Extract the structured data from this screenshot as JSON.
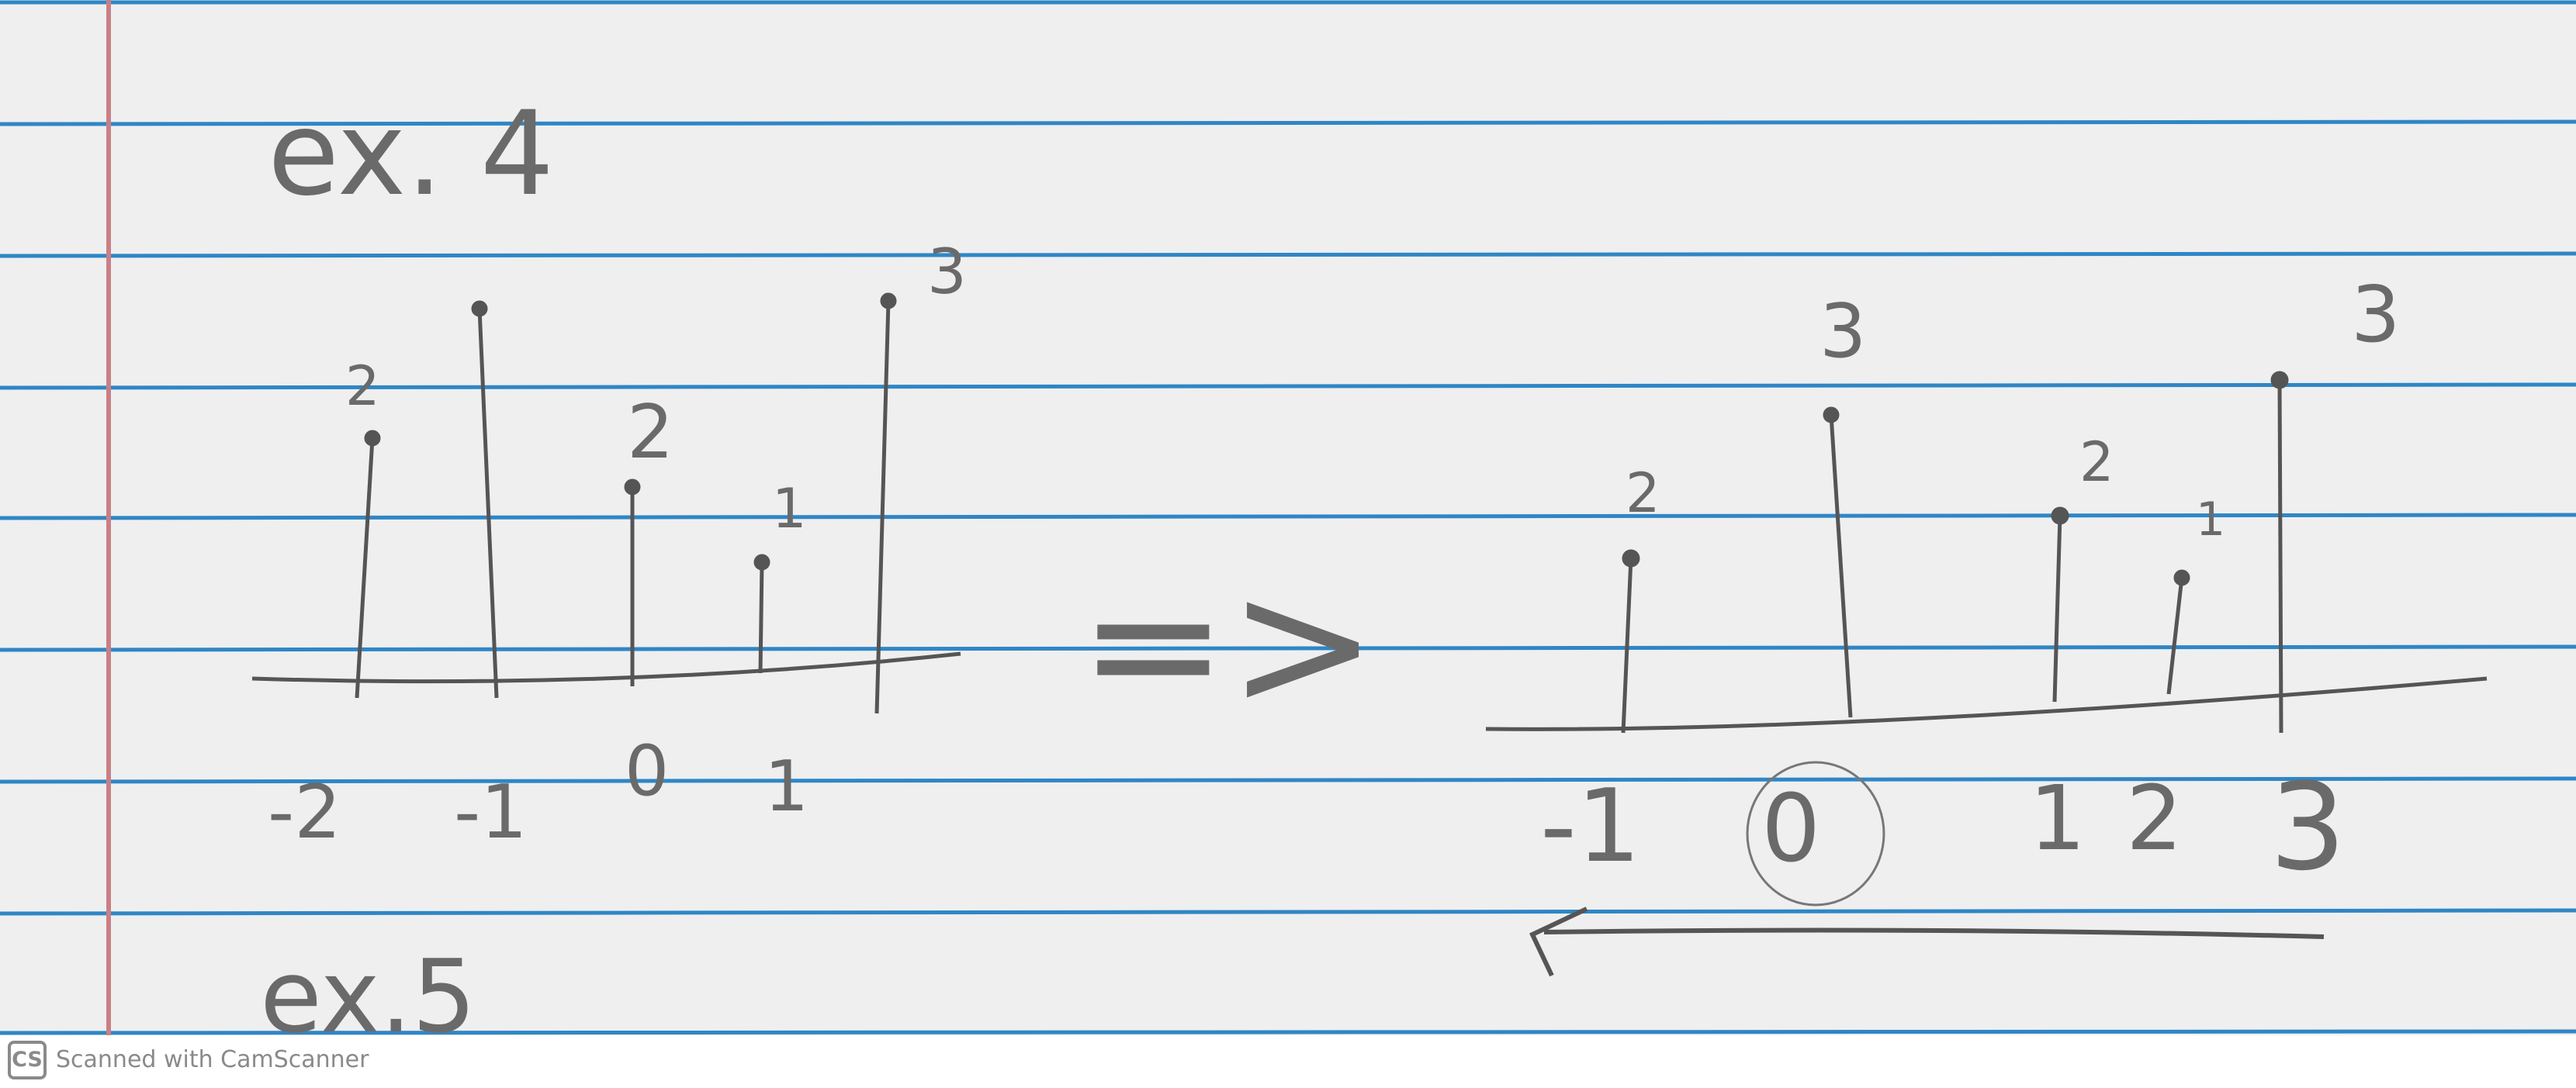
{
  "page": {
    "heading": "ex. 4",
    "next_heading": "ex.5"
  },
  "left_plot": {
    "x_labels": [
      "-2",
      "-1",
      "0",
      "1"
    ],
    "value_labels": [
      "2",
      "2",
      "1",
      "3"
    ],
    "stems": [
      {
        "n": -2,
        "value": 2
      },
      {
        "n": -1,
        "value": 3
      },
      {
        "n": 0,
        "value": 2
      },
      {
        "n": 1,
        "value": 1
      },
      {
        "n": 2,
        "value": 3
      }
    ]
  },
  "implies_symbol": "=>",
  "right_plot": {
    "x_labels": [
      "-1",
      "0",
      "1",
      "2",
      "3"
    ],
    "value_labels": [
      "2",
      "3",
      "2",
      "1",
      "3"
    ],
    "stems": [
      {
        "n": -1,
        "value": 2
      },
      {
        "n": 0,
        "value": 3
      },
      {
        "n": 1,
        "value": 2
      },
      {
        "n": 2,
        "value": 1
      },
      {
        "n": 3,
        "value": 3
      }
    ],
    "shift_direction": "left"
  },
  "footer": {
    "logo_text": "CS",
    "label": "Scanned with CamScanner"
  },
  "colors": {
    "paper": "#efefef",
    "rule_line": "#2f86c6",
    "margin_line": "#c97f86",
    "pencil": "#555555"
  }
}
